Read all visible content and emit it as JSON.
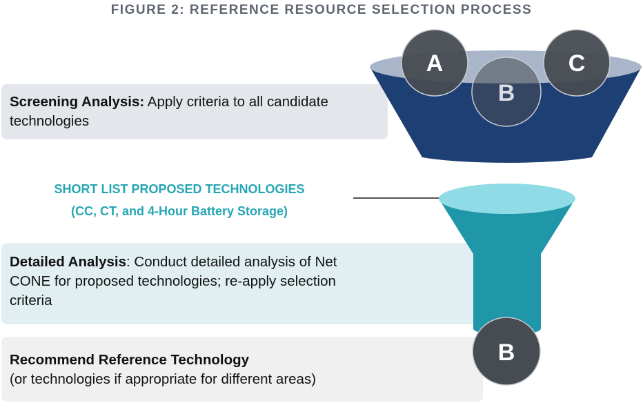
{
  "title": "FIGURE 2: REFERENCE RESOURCE SELECTION PROCESS",
  "screening": {
    "label": "Screening Analysis:",
    "text": " Apply criteria to all candidate technologies"
  },
  "shortlist": {
    "line1": "SHORT LIST PROPOSED TECHNOLOGIES",
    "line2": "(CC, CT, and 4-Hour Battery Storage)"
  },
  "detailed": {
    "label": "Detailed Analysis",
    "text": ": Conduct detailed analysis of Net CONE for proposed technologies; re-apply selection criteria"
  },
  "recommend": {
    "label": "Recommend Reference Technology",
    "text": "(or technologies if appropriate for different areas)"
  },
  "circles": {
    "a": "A",
    "b": "B",
    "c": "C",
    "result": "B"
  },
  "colors": {
    "funnel_top": "#1e3f73",
    "funnel_top_rim": "#a9b5c9",
    "funnel_bottom": "#2097a8",
    "funnel_bottom_rim": "#8fdbe6",
    "circle": "#474c52",
    "accent_text": "#26a6b5"
  }
}
